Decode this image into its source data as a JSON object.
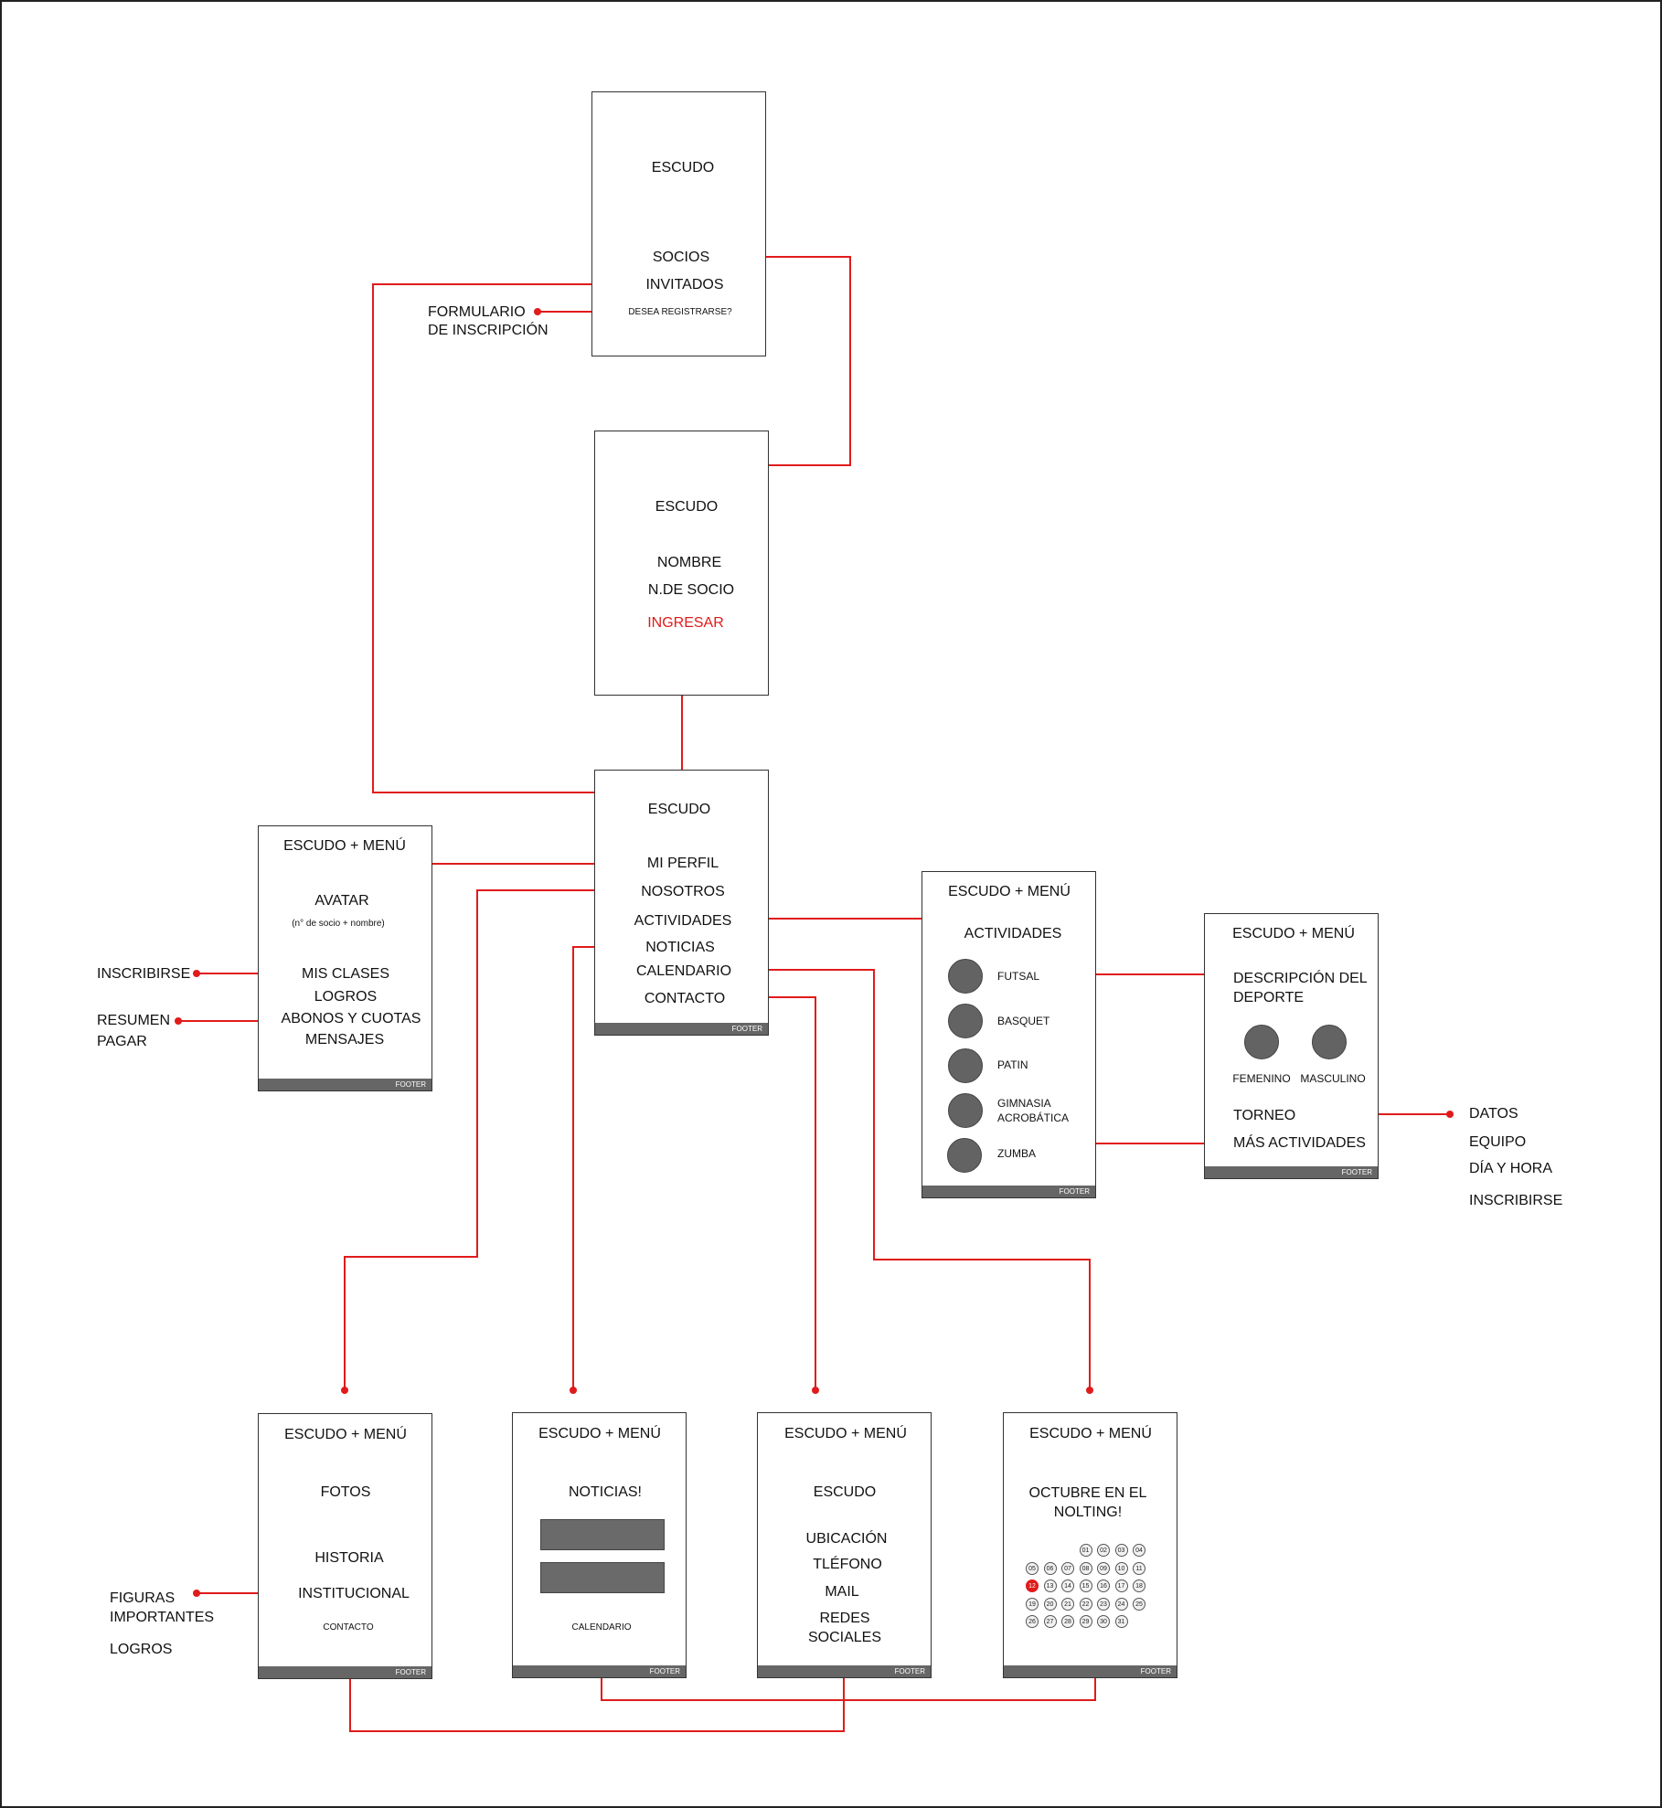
{
  "screens": {
    "login": {
      "escudo": "ESCUDO",
      "socios": "SOCIOS",
      "invitados": "INVITADOS",
      "desea": "DESEA REGISTRARSE?"
    },
    "formulario": "FORMULARIO\nDE INSCRIPCIÓN",
    "ingreso": {
      "escudo": "ESCUDO",
      "nombre": "NOMBRE",
      "nsocio": "N.DE SOCIO",
      "ingresar": "INGRESAR"
    },
    "menu": {
      "escudo": "ESCUDO",
      "perfil": "MI PERFIL",
      "nosotros": "NOSOTROS",
      "actividades": "ACTIVIDADES",
      "noticias": "NOTICIAS",
      "calendario": "CALENDARIO",
      "contacto": "CONTACTO",
      "footer": "FOOTER"
    },
    "perfil": {
      "header": "ESCUDO + MENÚ",
      "avatar": "AVATAR",
      "avatar_sub": "(n° de socio + nombre)",
      "clases": "MIS CLASES",
      "logros": "LOGROS",
      "abonos": "ABONOS Y CUOTAS",
      "mensajes": "MENSAJES",
      "footer": "FOOTER"
    },
    "perfil_side": {
      "inscribirse": "INSCRIBIRSE",
      "resumen": "RESUMEN\nPAGAR"
    },
    "actividades": {
      "header": "ESCUDO + MENÚ",
      "title": "ACTIVIDADES",
      "items": [
        "FUTSAL",
        "BASQUET",
        "PATIN",
        "GIMNASIA\nACROBÁTICA",
        "ZUMBA"
      ],
      "footer": "FOOTER"
    },
    "deporte": {
      "header": "ESCUDO + MENÚ",
      "desc": "DESCRIPCIÓN DEL\nDEPORTE",
      "fem": "FEMENINO",
      "masc": "MASCULINO",
      "torneo": "TORNEO",
      "mas": "MÁS ACTIVIDADES",
      "footer": "FOOTER"
    },
    "torneo_side": {
      "datos": "DATOS",
      "equipo": "EQUIPO",
      "dia": "DÍA Y HORA",
      "inscribirse": "INSCRIBIRSE"
    },
    "nosotros": {
      "header": "ESCUDO + MENÚ",
      "fotos": "FOTOS",
      "historia": "HISTORIA",
      "institucional": "INSTITUCIONAL",
      "contacto": "CONTACTO",
      "footer": "FOOTER"
    },
    "nosotros_side": {
      "figuras": "FIGURAS\nIMPORTANTES",
      "logros": "LOGROS"
    },
    "noticias": {
      "header": "ESCUDO + MENÚ",
      "title": "NOTICIAS!",
      "calendario": "CALENDARIO",
      "footer": "FOOTER"
    },
    "contacto": {
      "header": "ESCUDO + MENÚ",
      "escudo": "ESCUDO",
      "ubicacion": "UBICACIÓN",
      "telefono": "TLÉFONO",
      "mail": "MAIL",
      "redes": "REDES\nSOCIALES",
      "footer": "FOOTER"
    },
    "calendario": {
      "header": "ESCUDO + MENÚ",
      "title": "OCTUBRE EN EL\nNOLTING!",
      "highlight_day": "12",
      "footer": "FOOTER",
      "days": [
        "01",
        "02",
        "03",
        "04",
        "05",
        "06",
        "07",
        "08",
        "09",
        "10",
        "11",
        "12",
        "13",
        "14",
        "15",
        "16",
        "17",
        "18",
        "19",
        "20",
        "21",
        "22",
        "23",
        "24",
        "25",
        "26",
        "27",
        "28",
        "29",
        "30",
        "31"
      ]
    }
  },
  "colors": {
    "connector": "#e01b1b",
    "box_border": "#333333",
    "fill": "#666666"
  }
}
